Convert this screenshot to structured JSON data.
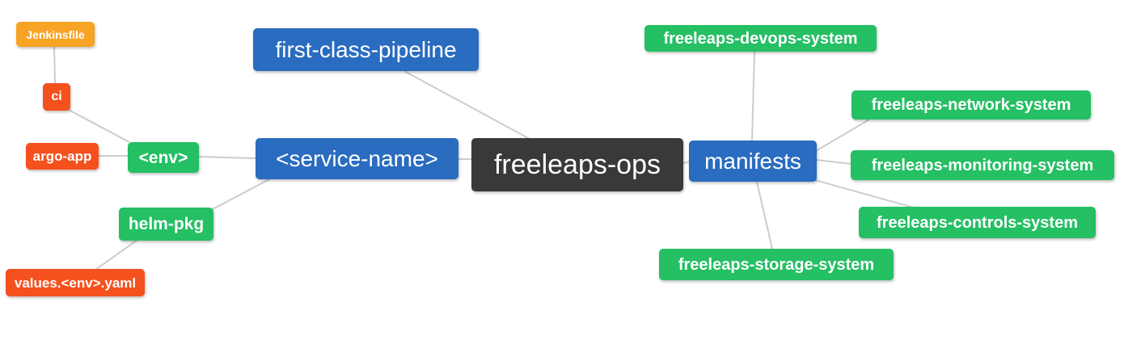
{
  "diagram": {
    "type": "mindmap",
    "root_label": "freeleaps-ops",
    "palette": {
      "blue": "#2a6cbf",
      "green": "#25bf64",
      "red_orange": "#f4511e",
      "orange": "#f9a325",
      "dark": "#3b3838",
      "edge_line": "#cccccc",
      "text": "#ffffff",
      "background": "#ffffff"
    },
    "nodes": [
      {
        "id": "jenkinsfile",
        "label": "Jenkinsfile",
        "color": "orange"
      },
      {
        "id": "ci",
        "label": "ci",
        "color": "red_orange"
      },
      {
        "id": "argo-app",
        "label": "argo-app",
        "color": "red_orange"
      },
      {
        "id": "env",
        "label": "<env>",
        "color": "green"
      },
      {
        "id": "helm-pkg",
        "label": "helm-pkg",
        "color": "green"
      },
      {
        "id": "values-env-yaml",
        "label": "values.<env>.yaml",
        "color": "red_orange"
      },
      {
        "id": "first-class-pipeline",
        "label": "first-class-pipeline",
        "color": "blue"
      },
      {
        "id": "service-name",
        "label": "<service-name>",
        "color": "blue"
      },
      {
        "id": "freeleaps-ops",
        "label": "freeleaps-ops",
        "color": "dark"
      },
      {
        "id": "manifests",
        "label": "manifests",
        "color": "blue"
      },
      {
        "id": "freeleaps-devops-system",
        "label": "freeleaps-devops-system",
        "color": "green"
      },
      {
        "id": "freeleaps-network-system",
        "label": "freeleaps-network-system",
        "color": "green"
      },
      {
        "id": "freeleaps-monitoring-system",
        "label": "freeleaps-monitoring-system",
        "color": "green"
      },
      {
        "id": "freeleaps-controls-system",
        "label": "freeleaps-controls-system",
        "color": "green"
      },
      {
        "id": "freeleaps-storage-system",
        "label": "freeleaps-storage-system",
        "color": "green"
      }
    ],
    "edges": [
      {
        "from": "jenkinsfile",
        "to": "ci"
      },
      {
        "from": "ci",
        "to": "env"
      },
      {
        "from": "argo-app",
        "to": "env"
      },
      {
        "from": "env",
        "to": "service-name"
      },
      {
        "from": "service-name",
        "to": "helm-pkg"
      },
      {
        "from": "helm-pkg",
        "to": "values-env-yaml"
      },
      {
        "from": "first-class-pipeline",
        "to": "freeleaps-ops"
      },
      {
        "from": "service-name",
        "to": "freeleaps-ops"
      },
      {
        "from": "freeleaps-ops",
        "to": "manifests"
      },
      {
        "from": "manifests",
        "to": "freeleaps-devops-system"
      },
      {
        "from": "manifests",
        "to": "freeleaps-network-system"
      },
      {
        "from": "manifests",
        "to": "freeleaps-monitoring-system"
      },
      {
        "from": "manifests",
        "to": "freeleaps-controls-system"
      },
      {
        "from": "manifests",
        "to": "freeleaps-storage-system"
      }
    ]
  }
}
